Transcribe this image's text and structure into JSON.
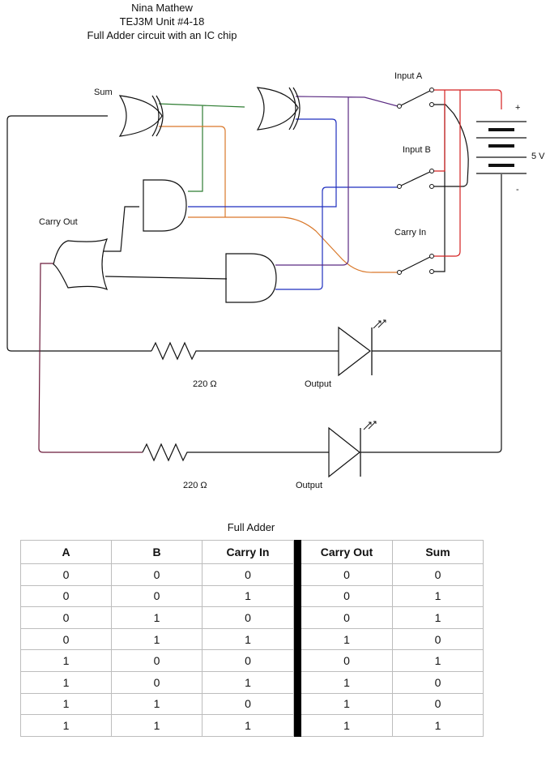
{
  "header": {
    "author": "Nina Mathew",
    "course": "TEJ3M Unit #4-18",
    "title": "Full Adder circuit with an IC chip"
  },
  "circuit": {
    "labels": {
      "sum": "Sum",
      "carry_out": "Carry Out",
      "input_a": "Input A",
      "input_b": "Input B",
      "carry_in": "Carry In",
      "plus": "+",
      "minus": "-",
      "voltage": "5 V",
      "resistor_1": "220  Ω",
      "resistor_2": "220  Ω",
      "output_1": "Output",
      "output_2": "Output"
    },
    "wire_colors": {
      "black": "#111111",
      "green": "#2e7d32",
      "orange": "#d9782a",
      "blue": "#1f2fbf",
      "purple": "#5a2a82",
      "red": "#d42020",
      "maroon": "#6b1a3a"
    }
  },
  "table": {
    "title": "Full Adder",
    "headers": [
      "A",
      "B",
      "Carry In",
      "Carry Out",
      "Sum"
    ],
    "rows": [
      [
        "0",
        "0",
        "0",
        "0",
        "0"
      ],
      [
        "0",
        "0",
        "1",
        "0",
        "1"
      ],
      [
        "0",
        "1",
        "0",
        "0",
        "1"
      ],
      [
        "0",
        "1",
        "1",
        "1",
        "0"
      ],
      [
        "1",
        "0",
        "0",
        "0",
        "1"
      ],
      [
        "1",
        "0",
        "1",
        "1",
        "0"
      ],
      [
        "1",
        "1",
        "0",
        "1",
        "0"
      ],
      [
        "1",
        "1",
        "1",
        "1",
        "1"
      ]
    ]
  }
}
